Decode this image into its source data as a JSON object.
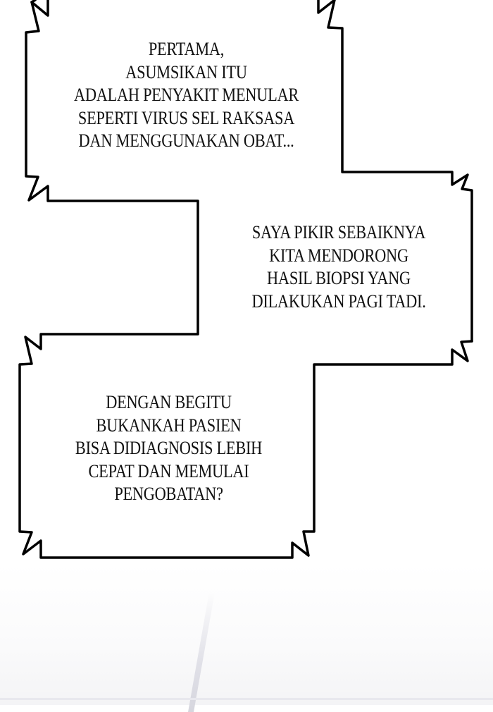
{
  "panel": {
    "type": "webtoon-panel",
    "background": "#ffffff",
    "outline_color": "#000000"
  },
  "captions": [
    {
      "id": "caption-1",
      "lines": [
        "PERTAMA,",
        "ASUMSIKAN ITU",
        "ADALAH PENYAKIT MENULAR",
        "SEPERTI VIRUS SEL RAKSASA",
        "DAN MENGGUNAKAN OBAT..."
      ]
    },
    {
      "id": "caption-2",
      "lines": [
        "SAYA PIKIR SEBAIKNYA",
        "KITA MENDORONG",
        "HASIL BIOPSI YANG",
        "DILAKUKAN PAGI TADI."
      ]
    },
    {
      "id": "caption-3",
      "lines": [
        "DENGAN BEGITU",
        "BUKANKAH PASIEN",
        "BISA DIDIAGNOSIS LEBIH",
        "CEPAT DAN MEMULAI",
        "PENGOBATAN?"
      ]
    }
  ]
}
